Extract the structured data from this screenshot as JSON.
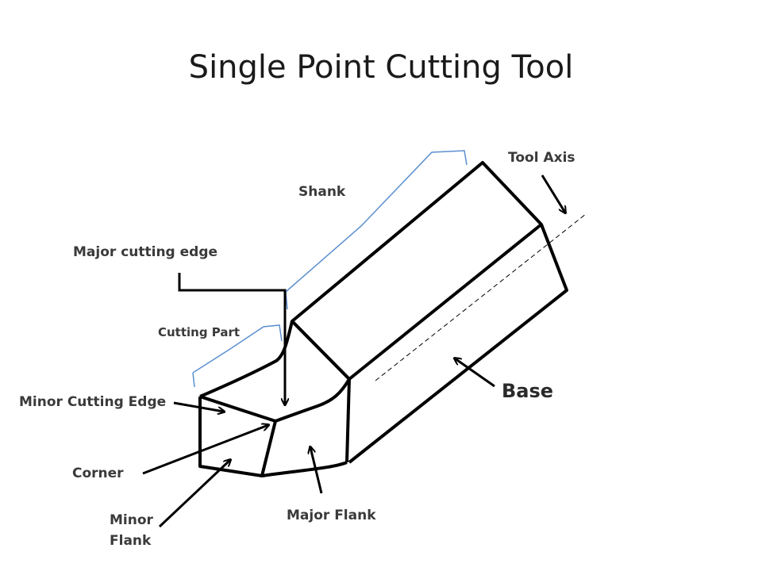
{
  "title": "Single Point Cutting Tool",
  "labels": {
    "tool_axis": "Tool Axis",
    "shank": "Shank",
    "major_cutting_edge": "Major cutting edge",
    "cutting_part": "Cutting  Part",
    "minor_cutting_edge": "Minor Cutting Edge",
    "base": "Base",
    "corner": "Corner",
    "minor_flank_line1": "Minor",
    "minor_flank_line2": "Flank",
    "major_flank": "Major Flank"
  },
  "colors": {
    "outline": "#000000",
    "bracket": "#5b8fcf",
    "text": "#3a3a3a"
  }
}
